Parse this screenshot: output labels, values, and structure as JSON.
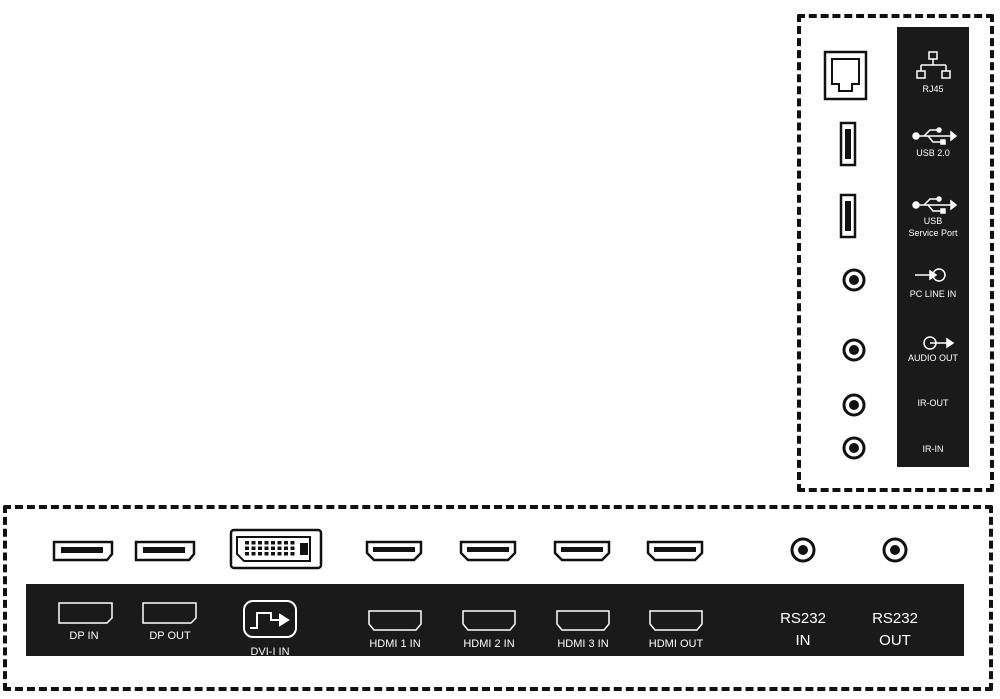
{
  "side_panel": {
    "ports": [
      {
        "name": "RJ45",
        "label": "RJ45",
        "icon": "network-icon"
      },
      {
        "name": "USB 2.0",
        "label": "USB 2.0",
        "icon": "usb-icon"
      },
      {
        "name": "USB Service Port",
        "label_line1": "USB",
        "label_line2": "Service Port",
        "icon": "usb-icon"
      },
      {
        "name": "PC LINE IN",
        "label": "PC LINE IN",
        "icon": "audio-in-icon"
      },
      {
        "name": "AUDIO OUT",
        "label": "AUDIO OUT",
        "icon": "audio-out-icon"
      },
      {
        "name": "IR-OUT",
        "label": "IR-OUT"
      },
      {
        "name": "IR-IN",
        "label": "IR-IN"
      }
    ]
  },
  "bottom_panel": {
    "ports": [
      {
        "name": "DP IN",
        "label": "DP IN",
        "icon": "displayport-icon"
      },
      {
        "name": "DP OUT",
        "label": "DP OUT",
        "icon": "displayport-icon"
      },
      {
        "name": "DVI-I IN",
        "label": "DVI-I IN",
        "icon": "dvi-icon"
      },
      {
        "name": "HDMI 1 IN",
        "label": "HDMI 1 IN",
        "icon": "hdmi-icon"
      },
      {
        "name": "HDMI 2 IN",
        "label": "HDMI 2 IN",
        "icon": "hdmi-icon"
      },
      {
        "name": "HDMI 3 IN",
        "label": "HDMI 3 IN",
        "icon": "hdmi-icon"
      },
      {
        "name": "HDMI OUT",
        "label": "HDMI OUT",
        "icon": "hdmi-icon"
      },
      {
        "name": "RS232 IN",
        "label_line1": "RS232",
        "label_line2": "IN",
        "icon": "jack-icon"
      },
      {
        "name": "RS232 OUT",
        "label_line1": "RS232",
        "label_line2": "OUT",
        "icon": "jack-icon"
      }
    ]
  },
  "colors": {
    "panel": "#1a1a1a",
    "line": "#111111",
    "label": "#ffffff"
  }
}
